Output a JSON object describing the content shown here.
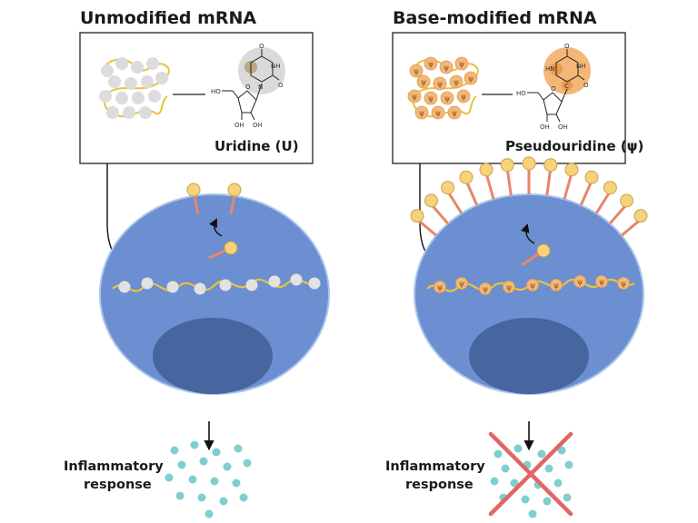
{
  "left_panel": {
    "title": "Unmodified mRNA",
    "nucleoside_label": "Uridine (U)",
    "response_line1": "Inflammatory",
    "response_line2": "response"
  },
  "right_panel": {
    "title": "Base-modified mRNA",
    "nucleoside_label": "Pseudouridine (ψ)",
    "response_line1": "Inflammatory",
    "response_line2": "response",
    "bead_symbol": "ψ"
  },
  "chem_labels": {
    "ho": "HO",
    "oh": "OH",
    "o": "O",
    "n": "N",
    "nh": "NH",
    "hn": "HN",
    "c": "C"
  },
  "colors": {
    "cell": "#6b8fd0",
    "nucleus": "#47659e",
    "unmodified_bead": "#e2e2e2",
    "modified_bead": "#f3b777",
    "rna_strand": "#e9c23e",
    "receptor_head": "#f6d27a",
    "receptor_stem": "#e7866a",
    "cytokine": "#7fcfce",
    "cross": "#e06666"
  }
}
